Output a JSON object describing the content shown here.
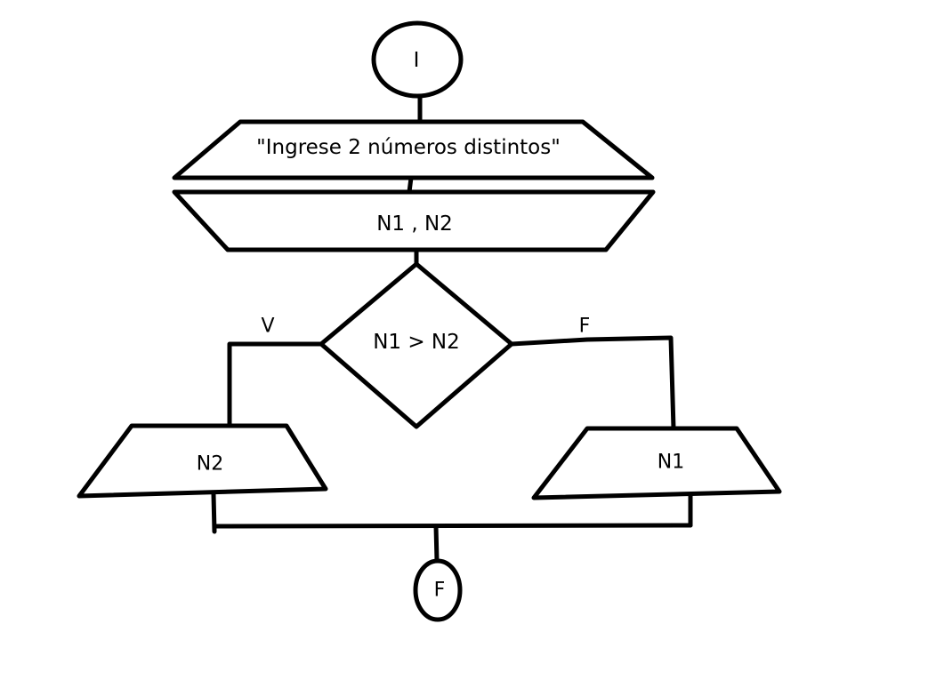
{
  "diagram": {
    "start": {
      "label": "I"
    },
    "prompt": {
      "label": "\"Ingrese 2 números distintos\""
    },
    "input": {
      "label": "N1 , N2"
    },
    "decision": {
      "label": "N1 > N2",
      "true_label": "V",
      "false_label": "F"
    },
    "output_true": {
      "label": "N2"
    },
    "output_false": {
      "label": "N1"
    },
    "end": {
      "label": "F"
    }
  },
  "colors": {
    "stroke": "#000000",
    "fill": "#ffffff"
  }
}
